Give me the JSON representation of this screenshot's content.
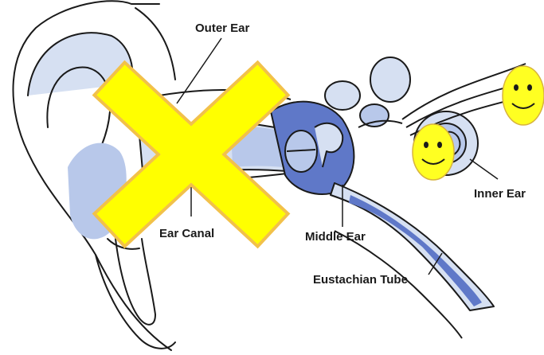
{
  "diagram": {
    "labels": {
      "outer_ear": "Outer Ear",
      "ear_canal": "Ear Canal",
      "middle_ear": "Middle Ear",
      "inner_ear": "Inner Ear",
      "eustachian_tube": "Eustachian Tube"
    },
    "colors": {
      "outline": "#1a1a1a",
      "ear_light_blue": "#d6e0f2",
      "ear_mid_blue": "#b8c8ea",
      "ear_dark_blue": "#5f78c8",
      "cross_yellow": "#ffff00",
      "cross_border": "#f2c14a",
      "smiley_yellow": "#ffff22"
    },
    "icons": [
      "cross-mark-icon",
      "smiley-face-icon",
      "smiley-face-icon"
    ]
  }
}
